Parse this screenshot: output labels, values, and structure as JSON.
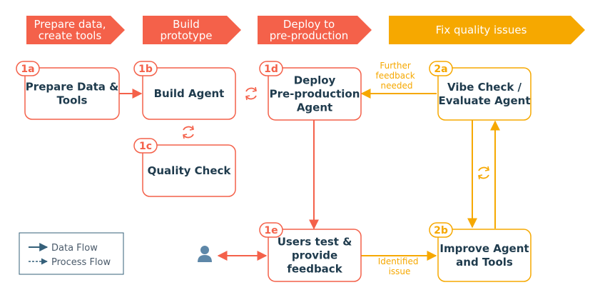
{
  "colors": {
    "red": "#f4614a",
    "orange": "#f6a800",
    "dark_text": "#1f3b4d",
    "legend_border": "#35607a",
    "person": "#5d87a8"
  },
  "phases": [
    {
      "lines": [
        "Prepare data,",
        "create tools"
      ],
      "color": "red"
    },
    {
      "lines": [
        "Build",
        "prototype"
      ],
      "color": "red"
    },
    {
      "lines": [
        "Deploy to",
        "pre-production"
      ],
      "color": "red"
    },
    {
      "lines": [
        "Fix quality issues"
      ],
      "color": "orange"
    }
  ],
  "nodes": {
    "n1a": {
      "badge": "1a",
      "lines": [
        "Prepare Data &",
        "Tools"
      ],
      "color": "red"
    },
    "n1b": {
      "badge": "1b",
      "lines": [
        "Build Agent"
      ],
      "color": "red"
    },
    "n1c": {
      "badge": "1c",
      "lines": [
        "Quality Check"
      ],
      "color": "red"
    },
    "n1d": {
      "badge": "1d",
      "lines": [
        "Deploy",
        "Pre-production",
        "Agent"
      ],
      "color": "red"
    },
    "n1e": {
      "badge": "1e",
      "lines": [
        "Users test &",
        "provide",
        "feedback"
      ],
      "color": "red"
    },
    "n2a": {
      "badge": "2a",
      "lines": [
        "Vibe Check /",
        "Evaluate Agent"
      ],
      "color": "orange"
    },
    "n2b": {
      "badge": "2b",
      "lines": [
        "Improve Agent",
        "and Tools"
      ],
      "color": "orange"
    }
  },
  "edge_labels": {
    "further_feedback": [
      "Further",
      "feedback",
      "needed"
    ],
    "identified_issue": [
      "Identified",
      "issue"
    ]
  },
  "legend": {
    "data_flow": "Data Flow",
    "process_flow": "Process Flow"
  },
  "icons": {
    "cycle": "cycle-icon",
    "user": "user-icon"
  }
}
